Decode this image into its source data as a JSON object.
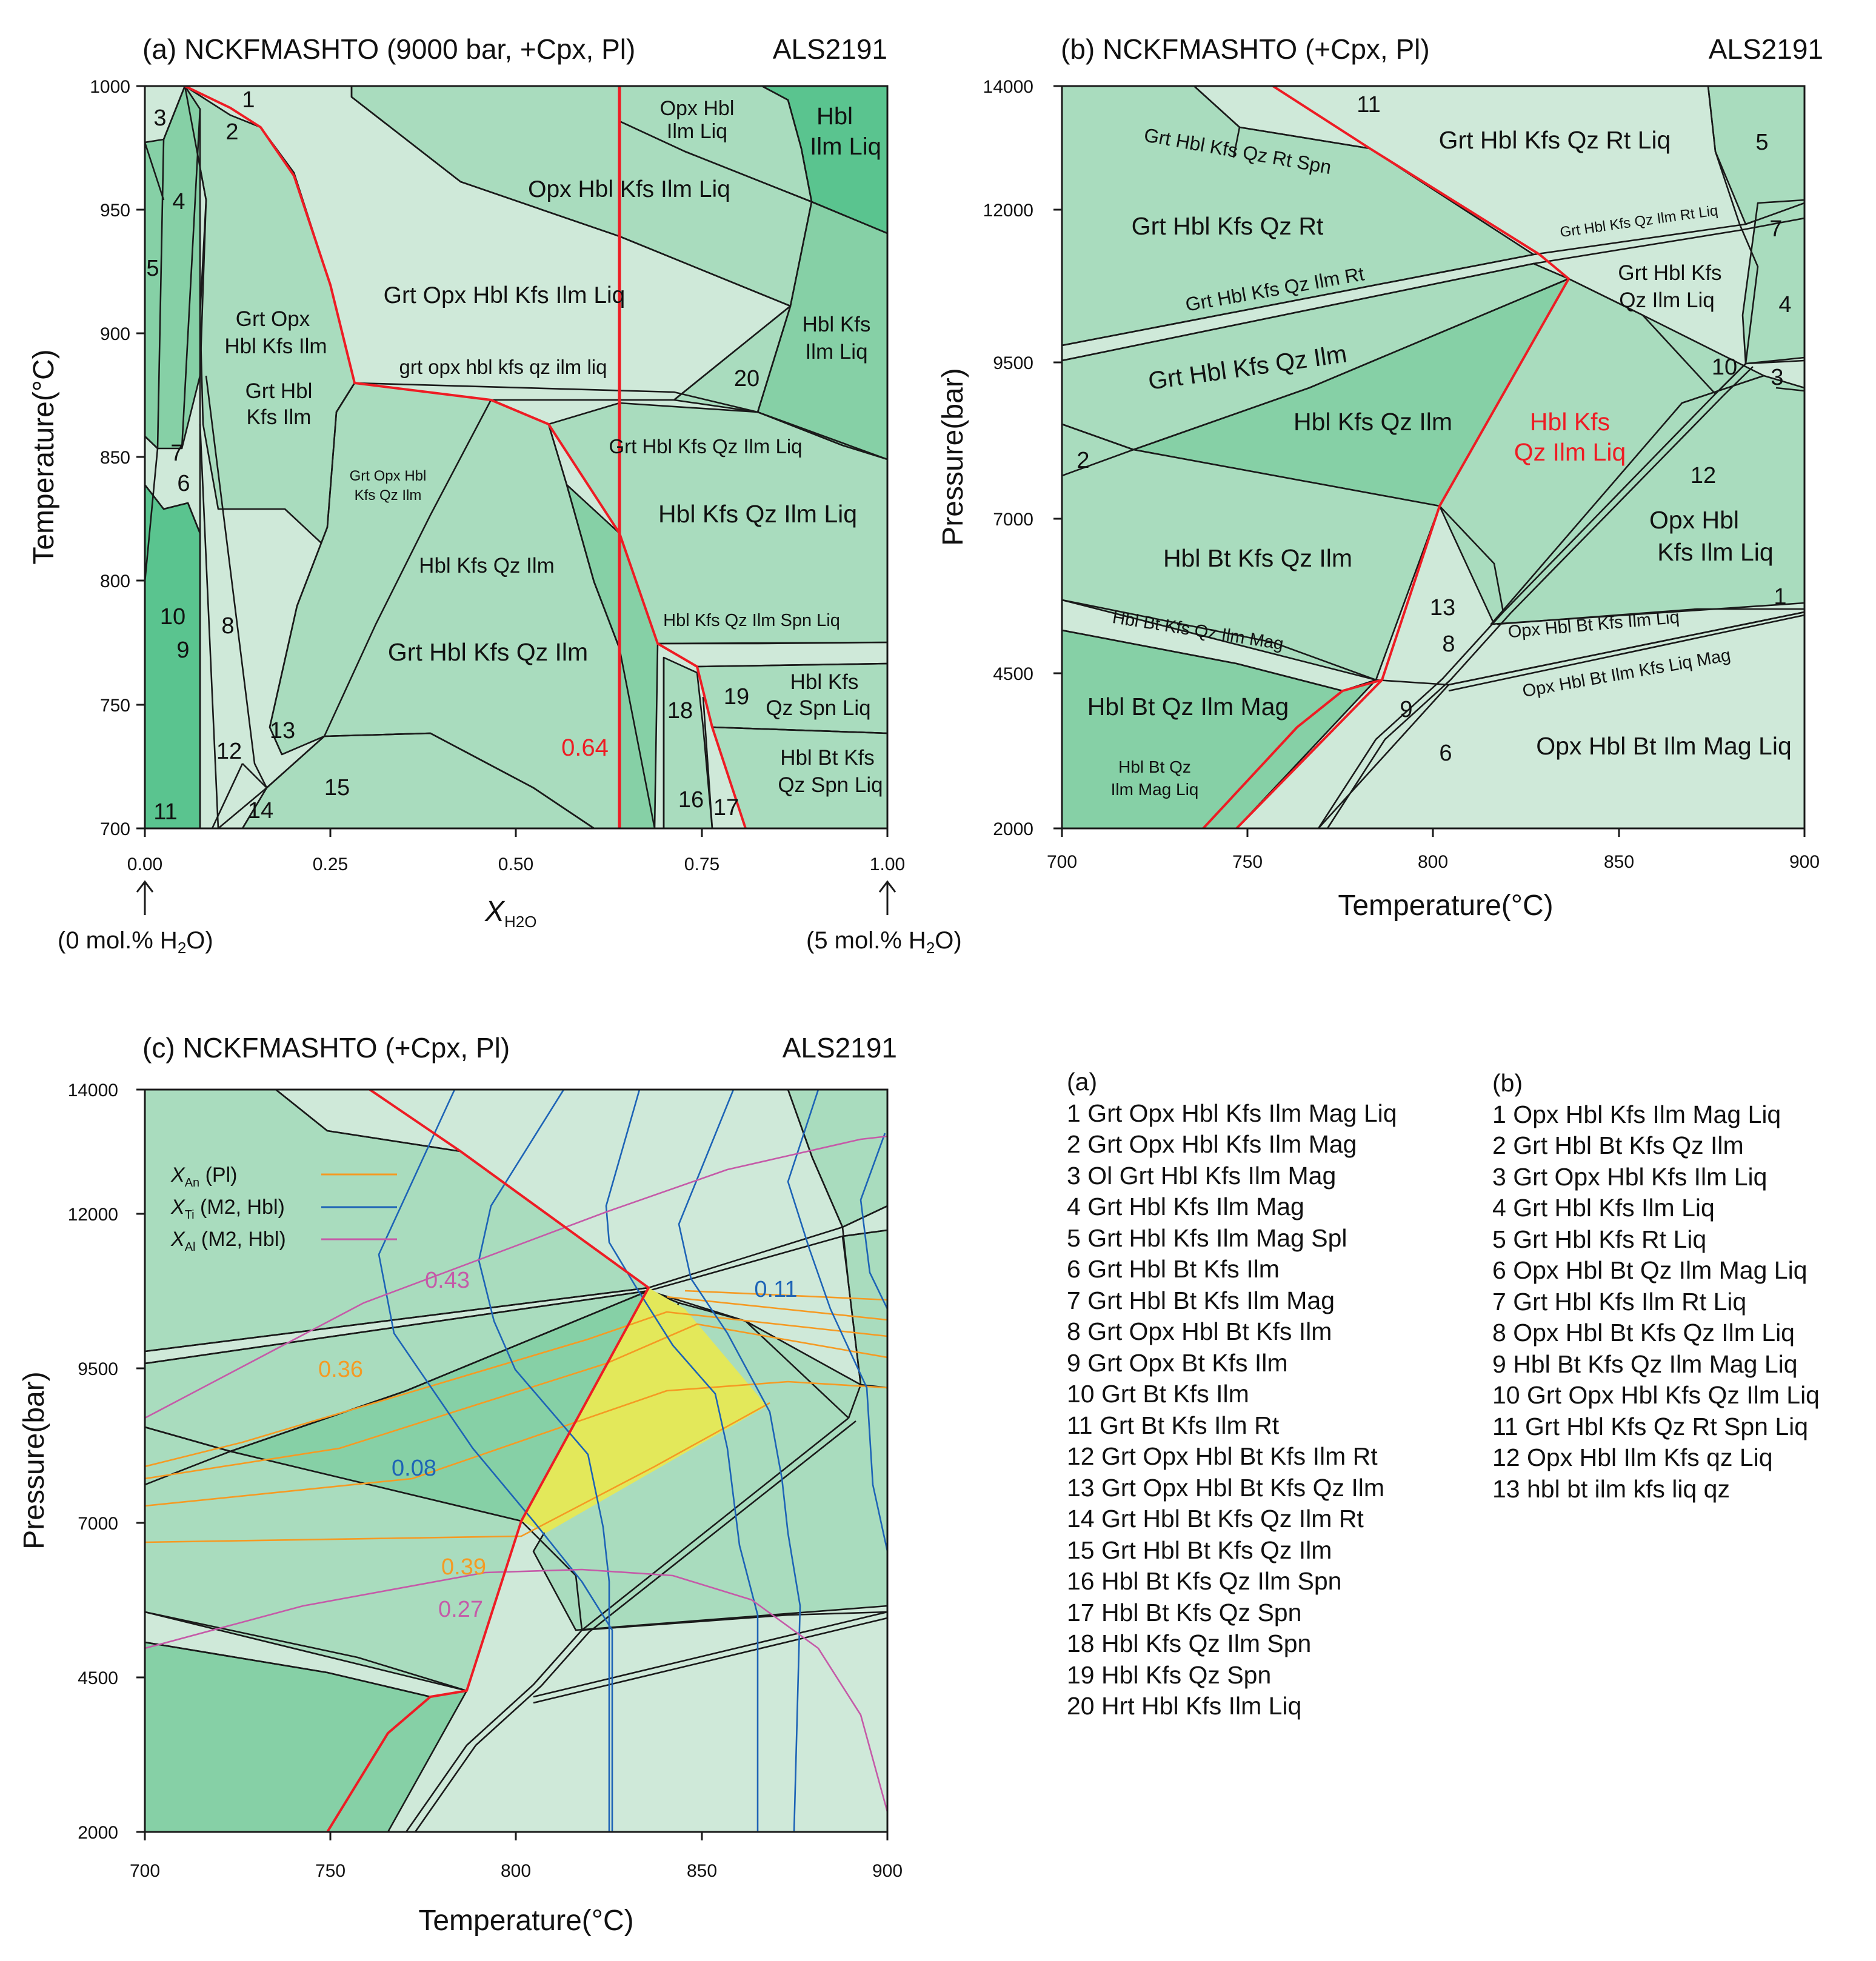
{
  "colors": {
    "light": "#cfe9d9",
    "mid": "#a9dcbe",
    "dark": "#86d0a6",
    "darkest": "#5ac48f",
    "yellow": "#e3e85a",
    "red": "#ee1c24",
    "orange": "#f59a23",
    "blue": "#1d63b6",
    "magenta": "#c55aa8",
    "line": "#1a1a1a"
  },
  "panel_a": {
    "title": "(a) NCKFMASHTO (9000 bar, +Cpx, Pl)",
    "sample": "ALS2191",
    "ylabel": "Temperature(°C)",
    "xlabel_main": "X",
    "xlabel_sub": "H2O",
    "yticks": [
      "700",
      "750",
      "800",
      "850",
      "900",
      "950",
      "1000"
    ],
    "xticks": [
      "0.00",
      "0.25",
      "0.50",
      "0.75",
      "1.00"
    ],
    "left_note": "(0 mol.% H",
    "right_note": "(5 mol.% H",
    "note_sub": "2",
    "note_end": "O)",
    "line_label": "0.64",
    "fields": {
      "opx_hbl_ilm_liq_1": "Opx Hbl",
      "opx_hbl_ilm_liq_2": "Ilm Liq",
      "hbl_ilm_liq_1": "Hbl",
      "hbl_ilm_liq_2": "Ilm Liq",
      "opx_hbl_kfs_ilm_liq": "Opx Hbl Kfs Ilm Liq",
      "grt_opx_hbl_kfs_ilm_liq": "Grt Opx Hbl Kfs Ilm Liq",
      "grt_opx_hbl_kfs_ilm_1": "Grt Opx",
      "grt_opx_hbl_kfs_ilm_2": "Hbl Kfs Ilm",
      "grt_hbl_kfs_ilm_1": "Grt Hbl",
      "grt_hbl_kfs_ilm_2": "Kfs Ilm",
      "hbl_kfs_ilm_liq_1": "Hbl Kfs",
      "hbl_kfs_ilm_liq_2": "Ilm Liq",
      "grt_opx_hbl_kfs_qz_ilm_liq": "grt opx hbl kfs qz ilm liq",
      "grt_hbl_kfs_qz_ilm_liq": "Grt Hbl Kfs Qz Ilm Liq",
      "grt_opx_hbl_kfs_qz_ilm_1": "Grt Opx Hbl",
      "grt_opx_hbl_kfs_qz_ilm_2": "Kfs Qz Ilm",
      "hbl_kfs_qz_ilm_liq": "Hbl Kfs Qz Ilm Liq",
      "hbl_kfs_qz_ilm": "Hbl Kfs Qz Ilm",
      "grt_hbl_kfs_qz_ilm": "Grt Hbl Kfs Qz Ilm",
      "hbl_kfs_qz_ilm_spn_liq": "Hbl Kfs Qz Ilm Spn Liq",
      "hbl_kfs_qz_spn_liq_1": "Hbl Kfs",
      "hbl_kfs_qz_spn_liq_2": "Qz Spn Liq",
      "hbl_bt_kfs_qz_spn_liq_1": "Hbl Bt Kfs",
      "hbl_bt_kfs_qz_spn_liq_2": "Qz Spn Liq"
    },
    "numbers": [
      "1",
      "2",
      "3",
      "4",
      "5",
      "6",
      "7",
      "8",
      "9",
      "10",
      "11",
      "12",
      "13",
      "14",
      "15",
      "16",
      "17",
      "18",
      "19",
      "20"
    ]
  },
  "panel_b": {
    "title": "(b) NCKFMASHTO (+Cpx, Pl)",
    "sample": "ALS2191",
    "ylabel": "Pressure(bar)",
    "xlabel": "Temperature(°C)",
    "yticks": [
      "2000",
      "4500",
      "7000",
      "9500",
      "12000",
      "14000"
    ],
    "xticks": [
      "700",
      "750",
      "800",
      "850",
      "900"
    ],
    "fields": {
      "grt_hbl_kfs_qz_rt_spn": "Grt Hbl Kfs Qz Rt Spn",
      "grt_hbl_kfs_qz_rt_liq": "Grt Hbl Kfs Qz Rt Liq",
      "grt_hbl_kfs_qz_rt": "Grt Hbl Kfs Qz Rt",
      "grt_hbl_kfs_qz_ilm_rt_liq": "Grt Hbl Kfs Qz Ilm Rt Liq",
      "grt_hbl_kfs_qz_ilm_rt": "Grt Hbl Kfs Qz Ilm Rt",
      "grt_hbl_kfs_qz_ilm_liq_1": "Grt Hbl Kfs",
      "grt_hbl_kfs_qz_ilm_liq_2": "Qz Ilm Liq",
      "grt_hbl_kfs_qz_ilm": "Grt Hbl Kfs Qz Ilm",
      "hbl_kfs_qz_ilm": "Hbl Kfs Qz Ilm",
      "hbl_kfs_qz_ilm_liq_1": "Hbl Kfs",
      "hbl_kfs_qz_ilm_liq_2": "Qz Ilm Liq",
      "opx_hbl_kfs_ilm_liq_1": "Opx Hbl",
      "opx_hbl_kfs_ilm_liq_2": "Kfs Ilm Liq",
      "hbl_bt_kfs_qz_ilm": "Hbl Bt Kfs Qz Ilm",
      "hbl_bt_kfs_qz_ilm_mag": "Hbl Bt Kfs Qz Ilm Mag",
      "opx_hbl_bt_kfs_ilm_liq": "Opx Hbl Bt Kfs Ilm Liq",
      "opx_hbl_bt_ilm_kfs_liq_mag": "Opx Hbl Bt Ilm Kfs Liq Mag",
      "hbl_bt_qz_ilm_mag": "Hbl Bt Qz Ilm Mag",
      "opx_hbl_bt_ilm_mag_liq": "Opx Hbl Bt Ilm Mag Liq",
      "hbl_bt_qz_ilm_mag_liq_1": "Hbl Bt Qz",
      "hbl_bt_qz_ilm_mag_liq_2": "Ilm Mag Liq"
    },
    "numbers": [
      "1",
      "2",
      "3",
      "4",
      "5",
      "6",
      "7",
      "8",
      "9",
      "10",
      "11",
      "12",
      "13"
    ]
  },
  "panel_c": {
    "title": "(c) NCKFMASHTO (+Cpx, Pl)",
    "sample": "ALS2191",
    "ylabel": "Pressure(bar)",
    "xlabel": "Temperature(°C)",
    "yticks": [
      "2000",
      "4500",
      "7000",
      "9500",
      "12000",
      "14000"
    ],
    "xticks": [
      "700",
      "750",
      "800",
      "850",
      "900"
    ],
    "legend": [
      {
        "sub": "An",
        "rest": " (Pl)"
      },
      {
        "sub": "Ti",
        "rest": " (M2, Hbl)"
      },
      {
        "sub": "Al",
        "rest": " (M2, Hbl)"
      }
    ],
    "legend_x": "X",
    "isopleth_labels": [
      "0.43",
      "0.11",
      "0.36",
      "0.08",
      "0.39",
      "0.27"
    ]
  },
  "legend_a": {
    "header": "(a)",
    "items": [
      "1 Grt Opx Hbl Kfs Ilm Mag Liq",
      "2 Grt Opx Hbl Kfs Ilm Mag",
      "3 Ol Grt Hbl Kfs Ilm Mag",
      "4 Grt Hbl Kfs Ilm Mag",
      "5 Grt Hbl Kfs Ilm Mag Spl",
      "6 Grt Hbl Bt Kfs Ilm",
      "7 Grt Hbl Bt Kfs Ilm Mag",
      "8 Grt Opx Hbl Bt Kfs Ilm",
      "9 Grt Opx Bt Kfs Ilm",
      "10 Grt Bt Kfs Ilm",
      "11 Grt Bt Kfs Ilm Rt",
      "12 Grt Opx Hbl Bt Kfs Ilm Rt",
      "13 Grt Opx Hbl Bt Kfs Qz Ilm",
      "14 Grt Hbl Bt Kfs Qz Ilm Rt",
      "15 Grt Hbl Bt Kfs Qz Ilm",
      "16 Hbl Bt Kfs Qz Ilm Spn",
      "17 Hbl Bt Kfs Qz Spn",
      "18 Hbl Kfs Qz Ilm Spn",
      "19 Hbl Kfs Qz Spn",
      "20 Hrt Hbl Kfs Ilm Liq"
    ]
  },
  "legend_b": {
    "header": "(b)",
    "items": [
      "1 Opx Hbl Kfs Ilm Mag Liq",
      "2 Grt Hbl Bt Kfs Qz Ilm",
      "3 Grt Opx Hbl Kfs Ilm Liq",
      "4 Grt Hbl Kfs Ilm Liq",
      "5 Grt Hbl Kfs Rt Liq",
      "6 Opx Hbl Bt Qz Ilm Mag Liq",
      "7 Grt Hbl Kfs Ilm Rt Liq",
      "8 Opx Hbl Bt Kfs Qz Ilm Liq",
      "9 Hbl Bt Kfs Qz Ilm Mag Liq",
      "10 Grt Opx Hbl Kfs Qz Ilm Liq",
      "11 Grt Hbl Kfs Qz Rt Spn Liq",
      "12 Opx Hbl Ilm Kfs qz Liq",
      "13 hbl bt ilm kfs liq qz"
    ]
  }
}
